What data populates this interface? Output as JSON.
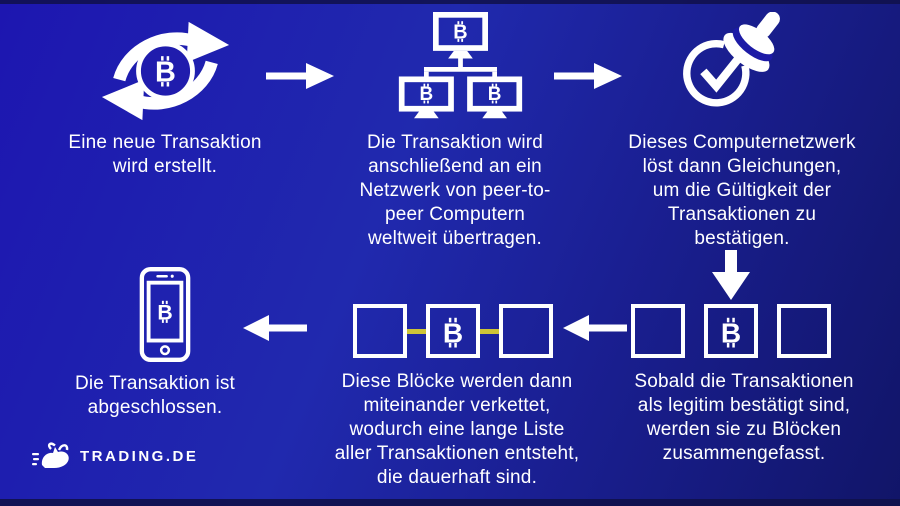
{
  "bitcoin_symbol": "B",
  "steps": [
    {
      "icon": "bitcoin-exchange",
      "caption": "Eine neue Transaktion\nwird erstellt."
    },
    {
      "icon": "computer-network",
      "caption": "Die Transaktion wird\nanschließend an ein\nNetzwerk von peer-to-\npeer Computern\nweltweit übertragen."
    },
    {
      "icon": "stamp-approval",
      "caption": "Dieses Computernetzwerk\nlöst dann Gleichungen,\num die Gültigkeit der\nTransaktionen zu\nbestätigen."
    },
    {
      "icon": "bitcoin-block",
      "caption": "Sobald die Transaktionen\nals legitim bestätigt sind,\nwerden sie zu Blöcken\nzusammengefasst."
    },
    {
      "icon": "blockchain",
      "caption": "Diese Blöcke werden dann\nmiteinander verkettet,\nwodurch eine lange Liste\naller Transaktionen entsteht,\ndie dauerhaft sind."
    },
    {
      "icon": "smartphone-bitcoin",
      "caption": "Die Transaktion ist\nabgeschlossen."
    }
  ],
  "logo": {
    "brand": "TRADING.DE"
  },
  "colors": {
    "background_top_left": "#1d16b0",
    "background_mid": "#2029ae",
    "background_bottom_right": "#111568",
    "edge_strip": "#10114a",
    "icon_color": "#ffffff",
    "text_color": "#ffffff",
    "chain_link": "#cdc437"
  }
}
